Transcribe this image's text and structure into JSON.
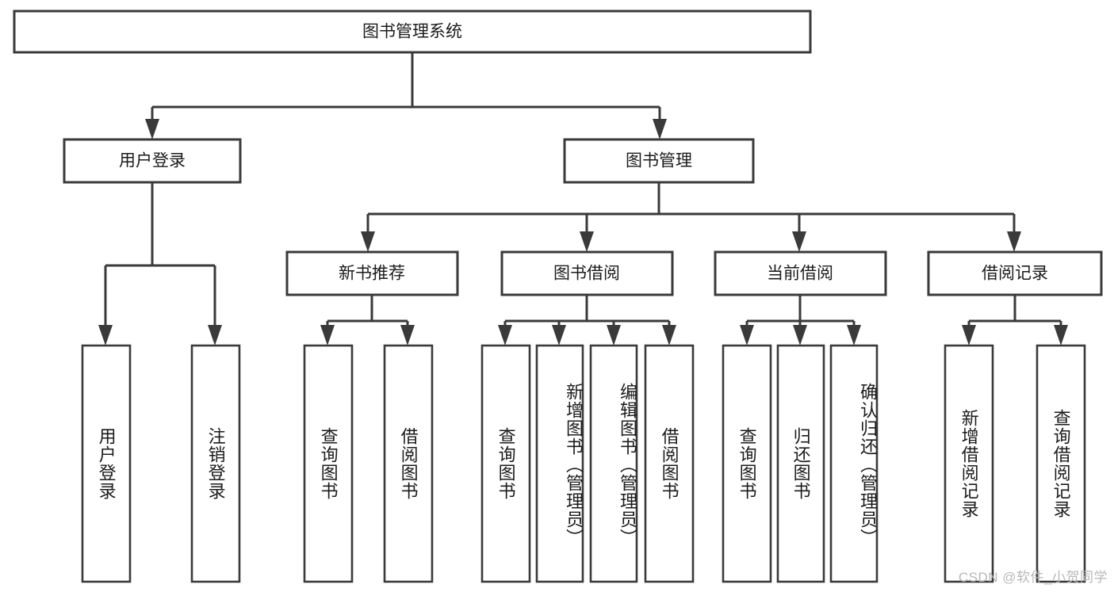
{
  "diagram": {
    "title": "图书管理系统",
    "watermark": "CSDN @软件_小贺同学",
    "colors": {
      "stroke": "#3a3a3a",
      "fill": "#ffffff",
      "text": "#1b1b1b",
      "watermark": "#b8b8b8",
      "background": "#ffffff"
    },
    "root": {
      "label": "图书管理系统"
    },
    "level1": [
      {
        "label": "用户登录"
      },
      {
        "label": "图书管理"
      }
    ],
    "level2": [
      {
        "label": "新书推荐"
      },
      {
        "label": "图书借阅"
      },
      {
        "label": "当前借阅"
      },
      {
        "label": "借阅记录"
      }
    ],
    "leaves": {
      "user_login": [
        {
          "label": "用户登录"
        },
        {
          "label": "注销登录"
        }
      ],
      "new_book_recommend": [
        {
          "label": "查询图书"
        },
        {
          "label": "借阅图书"
        }
      ],
      "book_borrow": [
        {
          "label": "查询图书"
        },
        {
          "label": "新增图书（管理员）"
        },
        {
          "label": "编辑图书（管理员）"
        },
        {
          "label": "借阅图书"
        }
      ],
      "current_borrow": [
        {
          "label": "查询图书"
        },
        {
          "label": "归还图书"
        },
        {
          "label": "确认归还（管理员）"
        }
      ],
      "borrow_record": [
        {
          "label": "新增借阅记录"
        },
        {
          "label": "查询借阅记录"
        }
      ]
    }
  }
}
